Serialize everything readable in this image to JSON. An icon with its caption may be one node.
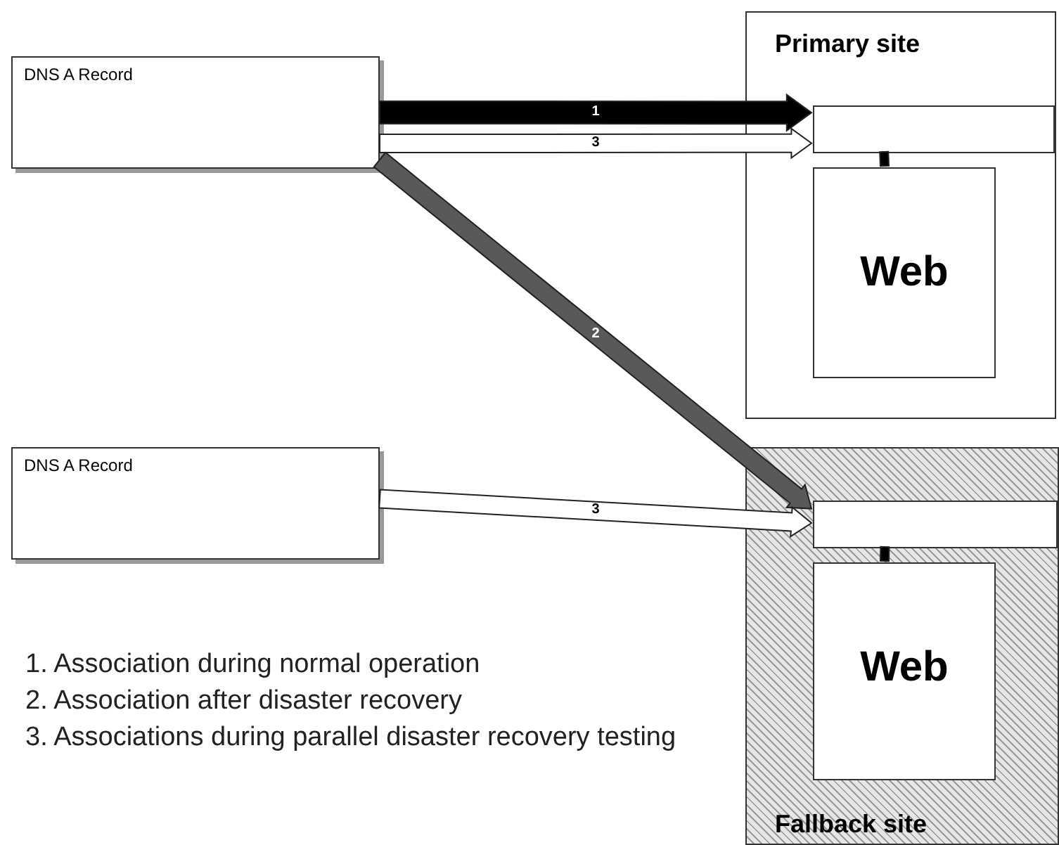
{
  "diagram": {
    "nodes": [
      {
        "text": [
          "DNS A Record"
        ]
      },
      {
        "text": [
          "Primary site"
        ]
      },
      {
        "text": [],
        "shape": "box",
        "in": 1
      },
      {
        "text": [
          "Web"
        ],
        "in": 1
      },
      {
        "text": [
          "DNS A Record"
        ]
      },
      {
        "text": [
          "Fallback site"
        ]
      },
      {
        "text": [],
        "shape": "box",
        "in": 5
      },
      {
        "text": [
          "Web"
        ],
        "in": 5
      }
    ],
    "edges": [
      {
        "from": 0,
        "to": 2,
        "arrow": "to",
        "label": "1",
        "style": "thick",
        "color": "#000000"
      },
      {
        "from": 0,
        "to": 2,
        "arrow": "to",
        "label": "3",
        "color": "#ffffff"
      },
      {
        "from": 0,
        "to": 6,
        "arrow": "to",
        "label": "2",
        "color": "#595959"
      },
      {
        "from": 4,
        "to": 6,
        "arrow": "to",
        "label": "3",
        "color": "#ffffff"
      },
      {
        "from": 2,
        "to": 3,
        "arrow": "none",
        "style": "thick",
        "color": "#000000"
      },
      {
        "from": 6,
        "to": 7,
        "arrow": "none",
        "style": "thick",
        "color": "#000000"
      }
    ],
    "labels": [
      "1. Association during normal operation",
      "2. Association after disaster recovery",
      "3. Associations during parallel disaster recovery testing"
    ]
  }
}
